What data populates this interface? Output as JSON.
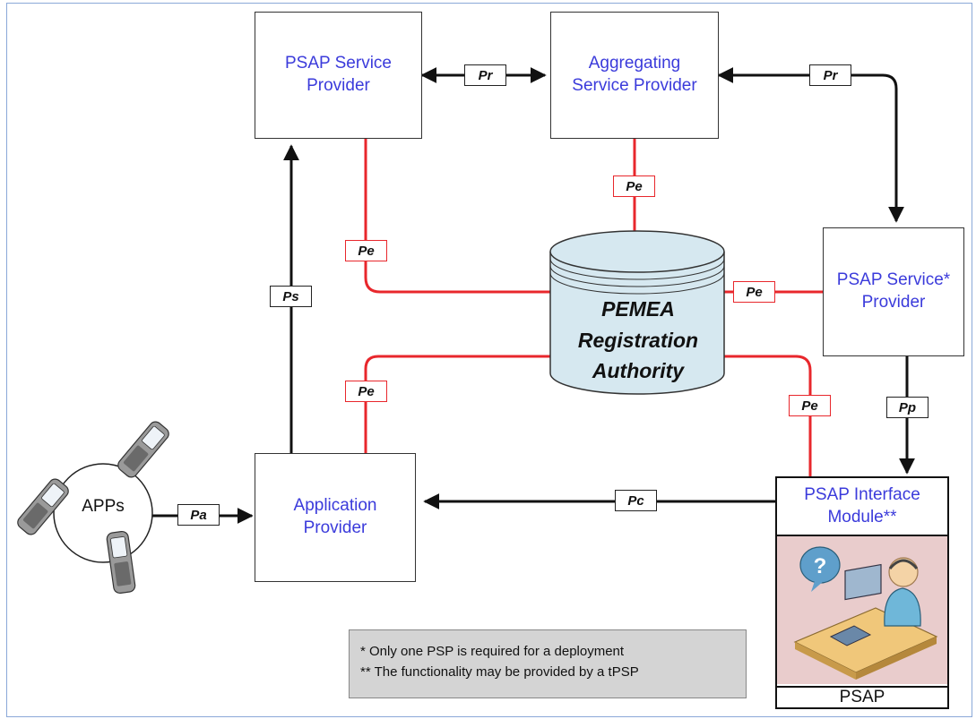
{
  "nodes": {
    "psap_sp_top": "PSAP Service\nProvider",
    "aggregating_sp": "Aggregating\nService Provider",
    "psap_sp_right": "PSAP Service*\nProvider",
    "application_provider": "Application\nProvider",
    "registration_authority": "PEMEA\nRegistration\nAuthority",
    "psap_interface_module": "PSAP Interface\nModule**",
    "psap": "PSAP",
    "apps": "APPs"
  },
  "interfaces": {
    "pr_left": "Pr",
    "pr_right": "Pr",
    "ps": "Ps",
    "pa": "Pa",
    "pc": "Pc",
    "pp": "Pp",
    "pe_top": "Pe",
    "pe_left_upper": "Pe",
    "pe_right": "Pe",
    "pe_left_lower": "Pe",
    "pe_right_lower": "Pe"
  },
  "notes": [
    "* Only one PSP is required for a deployment",
    "** The functionality may be provided by a tPSP"
  ],
  "colors": {
    "node_text": "#3b3bdb",
    "pe_link": "#e8272c",
    "arrow": "#111111",
    "database_fill": "#d6e8f0",
    "psap_fill": "#e9cccc",
    "note_fill": "#d4d4d4"
  }
}
